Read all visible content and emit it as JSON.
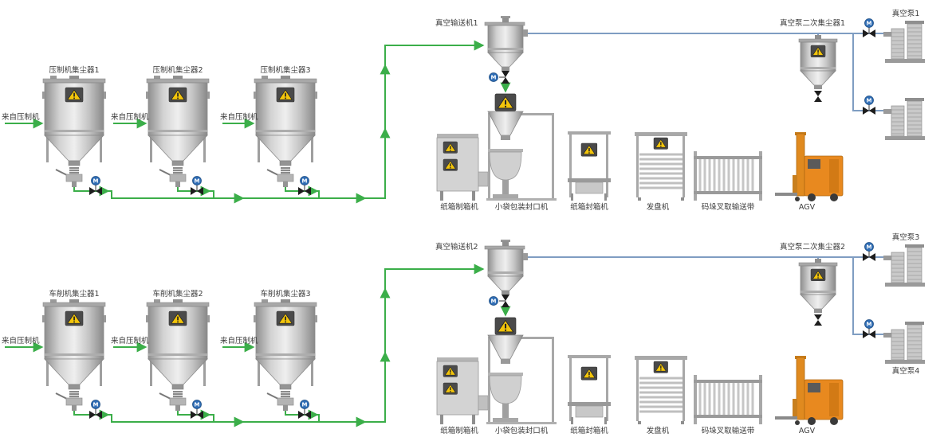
{
  "labels": {
    "motor": "M"
  },
  "colors": {
    "pipe_green": "#3BAE49",
    "pipe_blue": "#7F9DC2",
    "warning_yellow": "#F3C50B",
    "agv_orange": "#E8891F",
    "motor_blue": "#2F6DB5"
  },
  "top": {
    "collectors": [
      {
        "label": "压制机集尘器1",
        "source": "来自压制机"
      },
      {
        "label": "压制机集尘器2",
        "source": "来自压制机"
      },
      {
        "label": "压制机集尘器3",
        "source": "来自压制机"
      }
    ],
    "conveyor_label": "真空输送机1",
    "secondary_collector_label": "真空泵二次集尘器1",
    "pump_labels": [
      "真空泵1"
    ],
    "equipment_labels": [
      "纸箱制箱机",
      "小袋包装封口机",
      "纸箱封箱机",
      "发盘机",
      "码垛叉取输送带",
      "AGV"
    ]
  },
  "bottom": {
    "collectors": [
      {
        "label": "车削机集尘器1",
        "source": "来自压制机"
      },
      {
        "label": "车削机集尘器2",
        "source": "来自压制机"
      },
      {
        "label": "车削机集尘器3",
        "source": "来自压制机"
      }
    ],
    "conveyor_label": "真空输送机2",
    "secondary_collector_label": "真空泵二次集尘器2",
    "pump_labels": [
      "真空泵3",
      "真空泵4"
    ],
    "equipment_labels": [
      "纸箱制箱机",
      "小袋包装封口机",
      "纸箱封箱机",
      "发盘机",
      "码垛叉取输送带",
      "AGV"
    ]
  }
}
